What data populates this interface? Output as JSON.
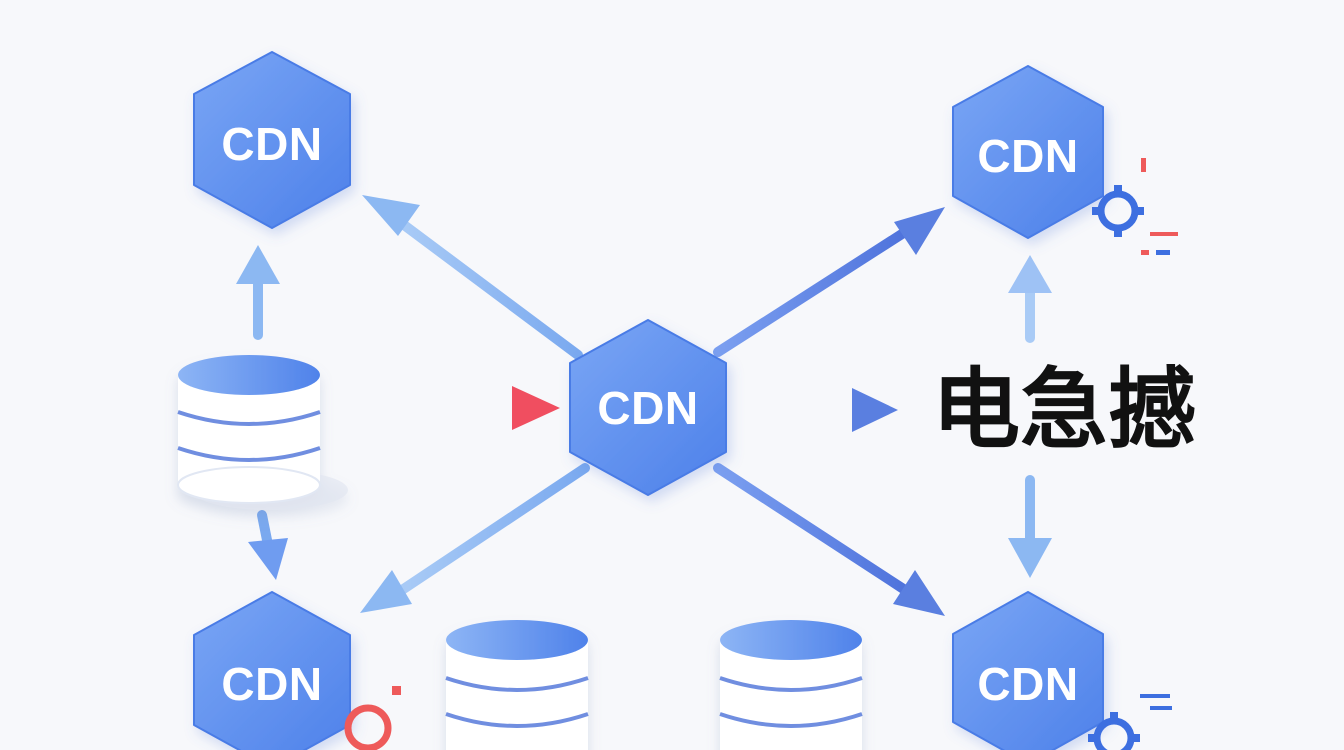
{
  "nodes": {
    "top_left": {
      "label": "CDN"
    },
    "top_right": {
      "label": "CDN"
    },
    "center": {
      "label": "CDN"
    },
    "bottom_left": {
      "label": "CDN"
    },
    "bottom_right": {
      "label": "CDN"
    }
  },
  "side_label": "电急撼",
  "colors": {
    "node_fill": "#5b8ef0",
    "node_edge": "#4a7be6",
    "arrow_light": "#8cb8f2",
    "arrow_dark": "#5a7fe0",
    "arrow_red": "#f25c6b",
    "accent_red": "#ee5a5a",
    "accent_blue": "#3d6fe0",
    "db_top": "#6f9cf0",
    "db_body": "#ffffff"
  }
}
